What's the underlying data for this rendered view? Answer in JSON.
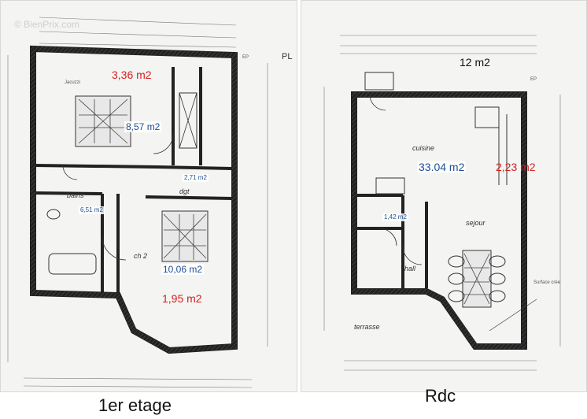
{
  "captions": {
    "left": "1er etage",
    "right": "Rdc"
  },
  "watermark": "© BienPrix.com",
  "upper_floor": {
    "area_labels": [
      {
        "text": "3,36 m2",
        "color": "red"
      },
      {
        "text": "8,57 m2",
        "color": "blue"
      },
      {
        "text": "2,71 m2",
        "color": "blue"
      },
      {
        "text": "6,51 m2",
        "color": "blue"
      },
      {
        "text": "10,06 m2",
        "color": "blue"
      },
      {
        "text": "1,95 m2",
        "color": "red"
      }
    ],
    "room_labels": [
      "bains",
      "dgt",
      "ch 2",
      "Jacuzzi",
      "PL",
      "EP"
    ]
  },
  "ground_floor": {
    "area_labels": [
      {
        "text": "12 m2",
        "color": "black"
      },
      {
        "text": "33.04 m2",
        "color": "blue"
      },
      {
        "text": "2,23 m2",
        "color": "red"
      },
      {
        "text": "1,42 m2",
        "color": "blue"
      }
    ],
    "room_labels": [
      "cuisine",
      "sejour",
      "hall",
      "terrasse",
      "Surface crée",
      "EP"
    ]
  },
  "colors": {
    "wall": "#222222",
    "hatch": "#8a8a8a",
    "dim": "#777777",
    "red": "#d42020",
    "blue": "#1f4e96"
  }
}
